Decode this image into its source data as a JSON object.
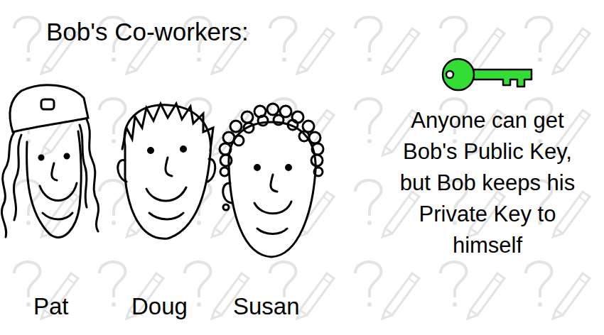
{
  "diagram": {
    "title": "Bob's Co-workers:",
    "labels": [
      "Pat",
      "Doug",
      "Susan",
      "Anyone can get Bob's Public Key, but Bob keeps his Private Key to himself"
    ]
  }
}
